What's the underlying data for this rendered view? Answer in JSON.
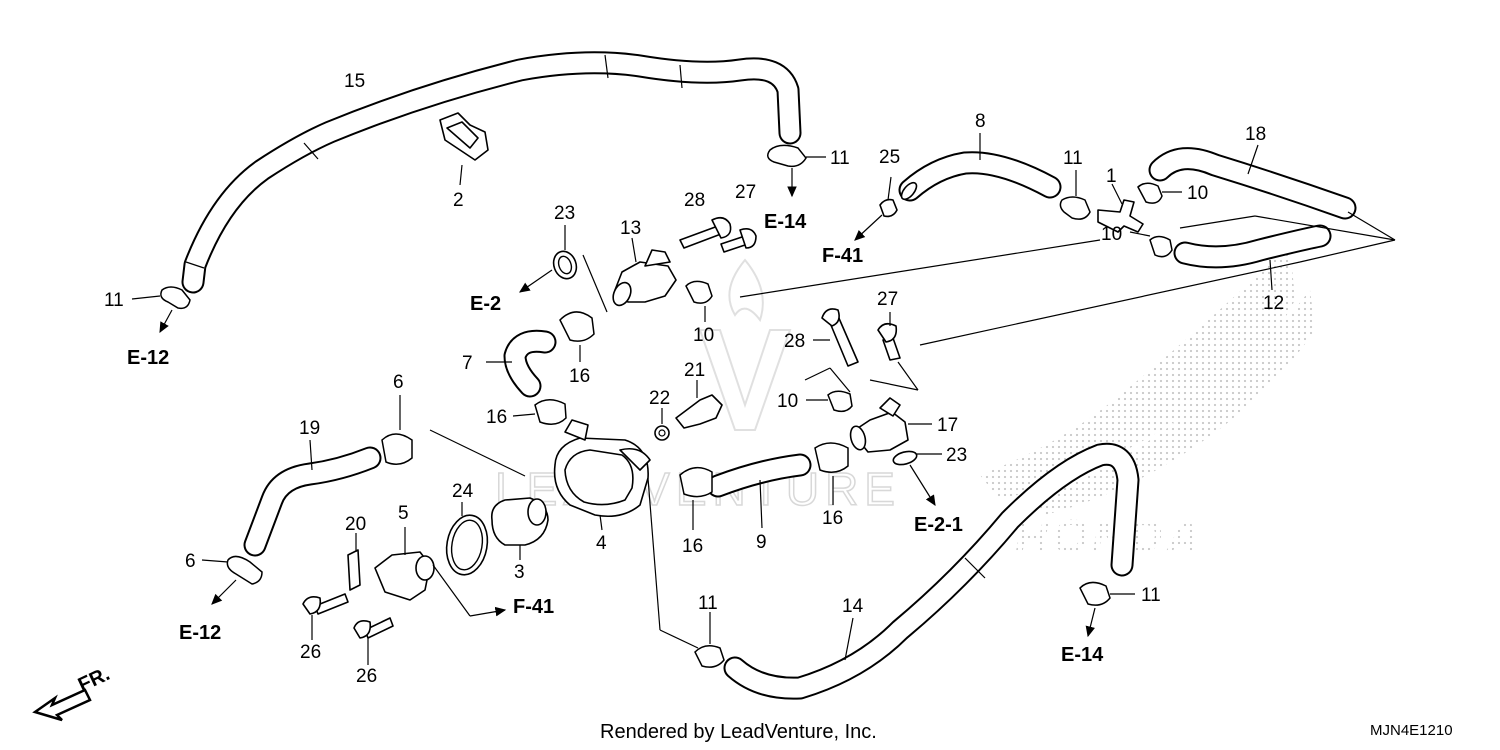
{
  "footer": {
    "rendered_by": "Rendered by LeadVenture, Inc.",
    "diagram_code": "MJN4E1210"
  },
  "watermark": {
    "text": "LEADVENTURE"
  },
  "background_logo": {
    "text": "HONDA"
  },
  "direction": {
    "label": "FR."
  },
  "callouts": {
    "c1": "1",
    "c2": "2",
    "c3": "3",
    "c4": "4",
    "c5": "5",
    "c6a": "6",
    "c6b": "6",
    "c7": "7",
    "c8": "8",
    "c9": "9",
    "c10a": "10",
    "c10b": "10",
    "c10c": "10",
    "c10d": "10",
    "c11a": "11",
    "c11b": "11",
    "c11c": "11",
    "c11d": "11",
    "c11e": "11",
    "c12": "12",
    "c13": "13",
    "c14": "14",
    "c15": "15",
    "c16a": "16",
    "c16b": "16",
    "c16c": "16",
    "c16d": "16",
    "c17": "17",
    "c18": "18",
    "c19": "19",
    "c20": "20",
    "c21": "21",
    "c22": "22",
    "c23a": "23",
    "c23b": "23",
    "c24": "24",
    "c25": "25",
    "c26a": "26",
    "c26b": "26",
    "c27a": "27",
    "c27b": "27",
    "c28a": "28",
    "c28b": "28"
  },
  "references": {
    "e12_top": "E-12",
    "e14_top": "E-14",
    "f41_top": "F-41",
    "e2": "E-2",
    "e12_bottom": "E-12",
    "f41_bottom": "F-41",
    "e21": "E-2-1",
    "e14_bottom": "E-14"
  }
}
